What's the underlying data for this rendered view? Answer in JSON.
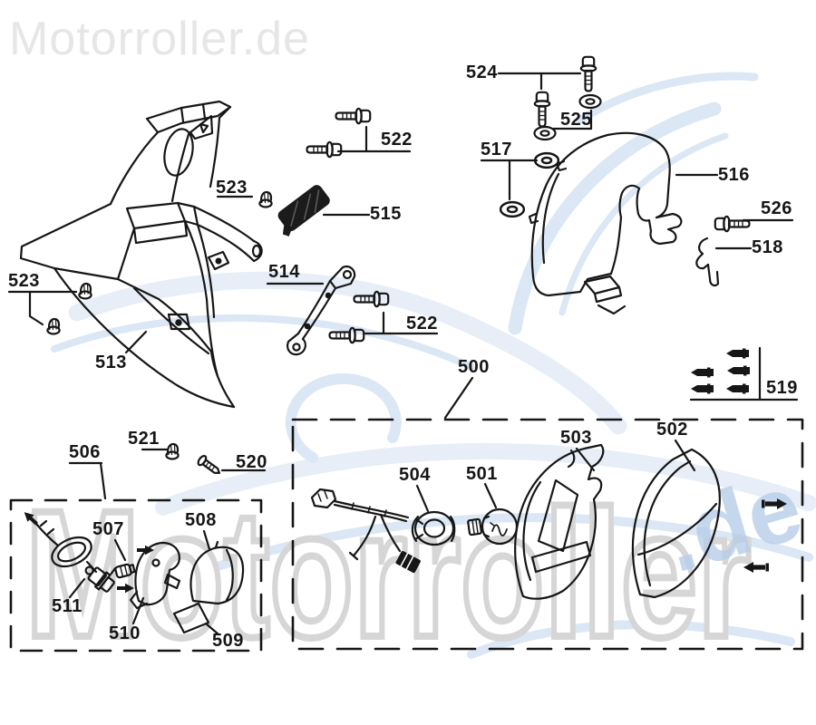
{
  "logo": {
    "text": "Motorroller.de"
  },
  "watermark": {
    "text": "Motorroller",
    "suffix": ".de"
  },
  "parts": {
    "p500": "500",
    "p501": "501",
    "p502": "502",
    "p503": "503",
    "p504": "504",
    "p506": "506",
    "p507": "507",
    "p508": "508",
    "p509": "509",
    "p510": "510",
    "p511": "511",
    "p513": "513",
    "p514": "514",
    "p515": "515",
    "p516": "516",
    "p517": "517",
    "p518": "518",
    "p519": "519",
    "p520": "520",
    "p521": "521",
    "p522": "522",
    "p523": "523",
    "p524": "524",
    "p525": "525",
    "p526": "526"
  },
  "colors": {
    "line": "#161616",
    "watermark_gray": "#d6d6d6",
    "watermark_blue": "#b7cde9",
    "swirl_blue": "#d5e3f4",
    "logo_gray": "#e6e6e6"
  }
}
